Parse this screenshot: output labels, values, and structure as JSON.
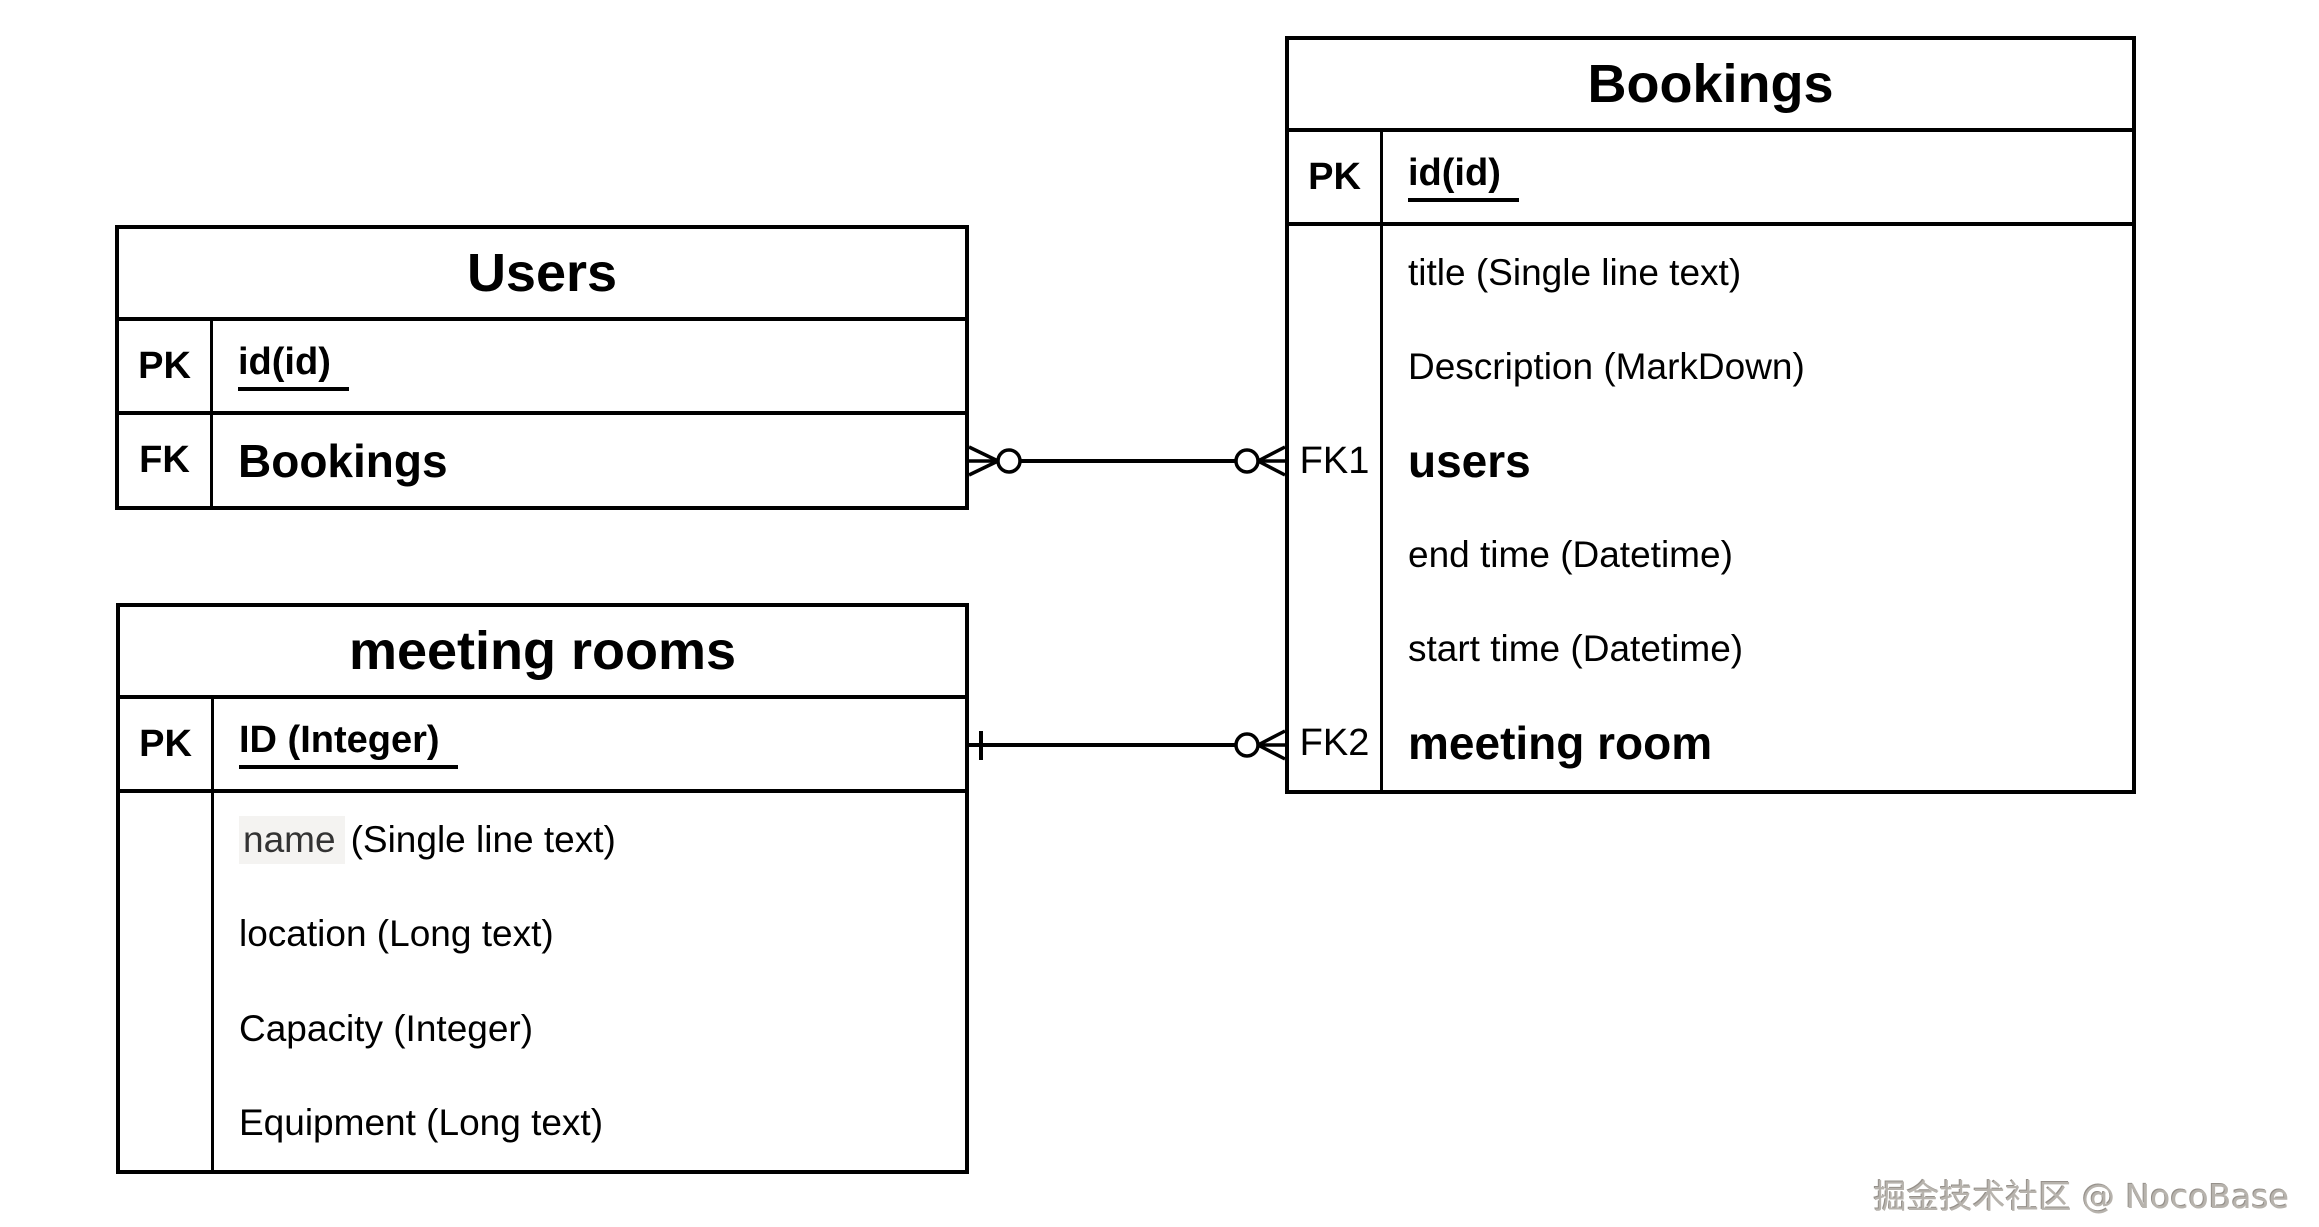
{
  "watermark": {
    "text": "掘金技术社区 @ NocoBase"
  },
  "tables": {
    "users": {
      "title": "Users",
      "pk_row": {
        "key": "PK",
        "name": "id(id)"
      },
      "fk_row": {
        "key": "FK",
        "name": "Bookings"
      }
    },
    "meeting_rooms": {
      "title": "meeting rooms",
      "pk_row": {
        "key": "PK",
        "name": "ID (Integer)"
      },
      "attr_rows": [
        {
          "highlight": "name",
          "rest": "(Single line text)"
        },
        {
          "name": "location (Long text)"
        },
        {
          "name": "Capacity (Integer)"
        },
        {
          "name": "Equipment (Long text)"
        }
      ]
    },
    "bookings": {
      "title": "Bookings",
      "pk_row": {
        "key": "PK",
        "name": "id(id)"
      },
      "attr_rows": [
        {
          "key": "",
          "name": "title (Single line text)"
        },
        {
          "key": "",
          "name": "Description (MarkDown)"
        },
        {
          "key": "FK1",
          "name": "users"
        },
        {
          "key": "",
          "name": "end time (Datetime)"
        },
        {
          "key": "",
          "name": "start time (Datetime)"
        },
        {
          "key": "FK2",
          "name": "meeting room"
        }
      ]
    }
  },
  "relationships": [
    {
      "from_table": "Users",
      "from_row": "Bookings",
      "to_table": "Bookings",
      "to_row": "FK1 users",
      "from_cardinality": "zero-or-many",
      "to_cardinality": "zero-or-many"
    },
    {
      "from_table": "meeting rooms",
      "from_row": "ID (Integer)",
      "to_table": "Bookings",
      "to_row": "FK2 meeting room",
      "from_cardinality": "one",
      "to_cardinality": "zero-or-many"
    }
  ]
}
